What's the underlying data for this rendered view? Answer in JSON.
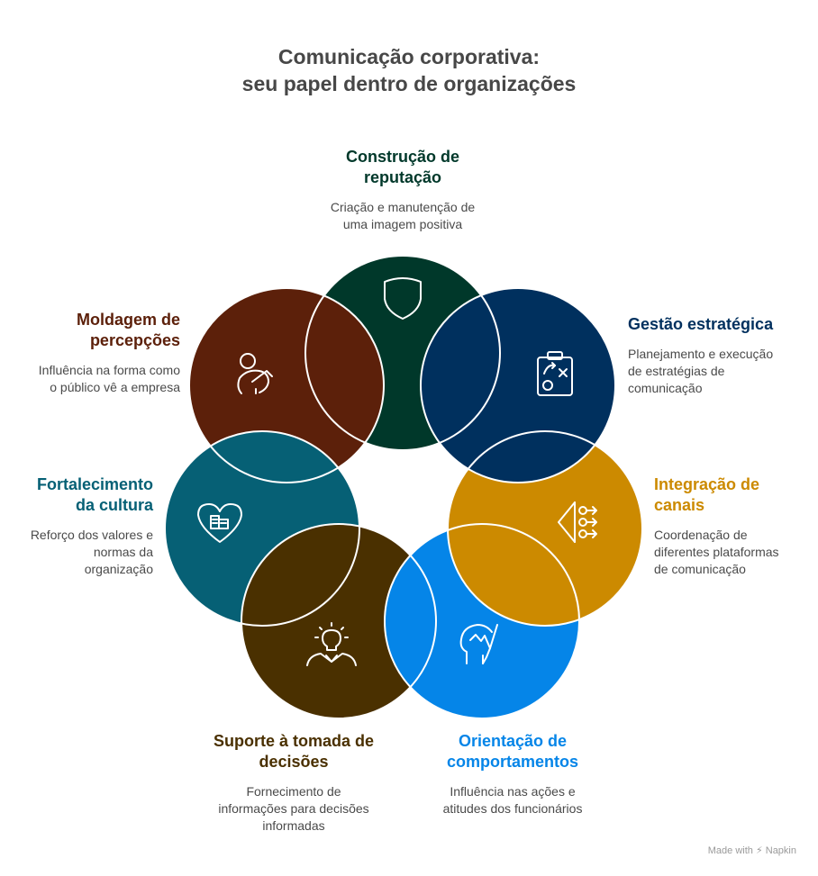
{
  "title": {
    "line1": "Comunicação corporativa:",
    "line2": "seu papel dentro de organizações"
  },
  "colors": {
    "reputation": "#00382a",
    "strategic": "#00305e",
    "channels": "#cc8a00",
    "behavior": "#0585e8",
    "decisions": "#4a3000",
    "culture": "#066075",
    "perception": "#5c200a"
  },
  "items": {
    "reputation": {
      "title_l1": "Construção de",
      "title_l2": "reputação",
      "desc_l1": "Criação e manutenção de",
      "desc_l2": "uma imagem positiva",
      "icon": "shield-icon"
    },
    "strategic": {
      "title_l1": "Gestão estratégica",
      "desc_l1": "Planejamento e execução",
      "desc_l2": "de estratégias de",
      "desc_l3": "comunicação",
      "icon": "clipboard-strategy-icon"
    },
    "channels": {
      "title_l1": "Integração de",
      "title_l2": "canais",
      "desc_l1": "Coordenação de",
      "desc_l2": "diferentes plataformas",
      "desc_l3": "de comunicação",
      "icon": "channels-integration-icon"
    },
    "behavior": {
      "title_l1": "Orientação de",
      "title_l2": "comportamentos",
      "desc_l1": "Influência nas ações e",
      "desc_l2": "atitudes dos funcionários",
      "icon": "head-hand-icon"
    },
    "decisions": {
      "title_l1": "Suporte à tomada de",
      "title_l2": "decisões",
      "desc_l1": "Fornecimento de",
      "desc_l2": "informações para decisões",
      "desc_l3": "informadas",
      "icon": "lightbulb-person-icon"
    },
    "culture": {
      "title_l1": "Fortalecimento",
      "title_l2": "da cultura",
      "desc_l1": "Reforço dos valores e",
      "desc_l2": "normas da",
      "desc_l3": "organização",
      "icon": "heart-building-icon"
    },
    "perception": {
      "title_l1": "Moldagem de",
      "title_l2": "percepções",
      "desc_l1": "Influência na forma como",
      "desc_l2": "o público vê a empresa",
      "icon": "person-thinking-icon"
    }
  },
  "footer": {
    "made_with": "Made with",
    "brand": "Napkin"
  }
}
